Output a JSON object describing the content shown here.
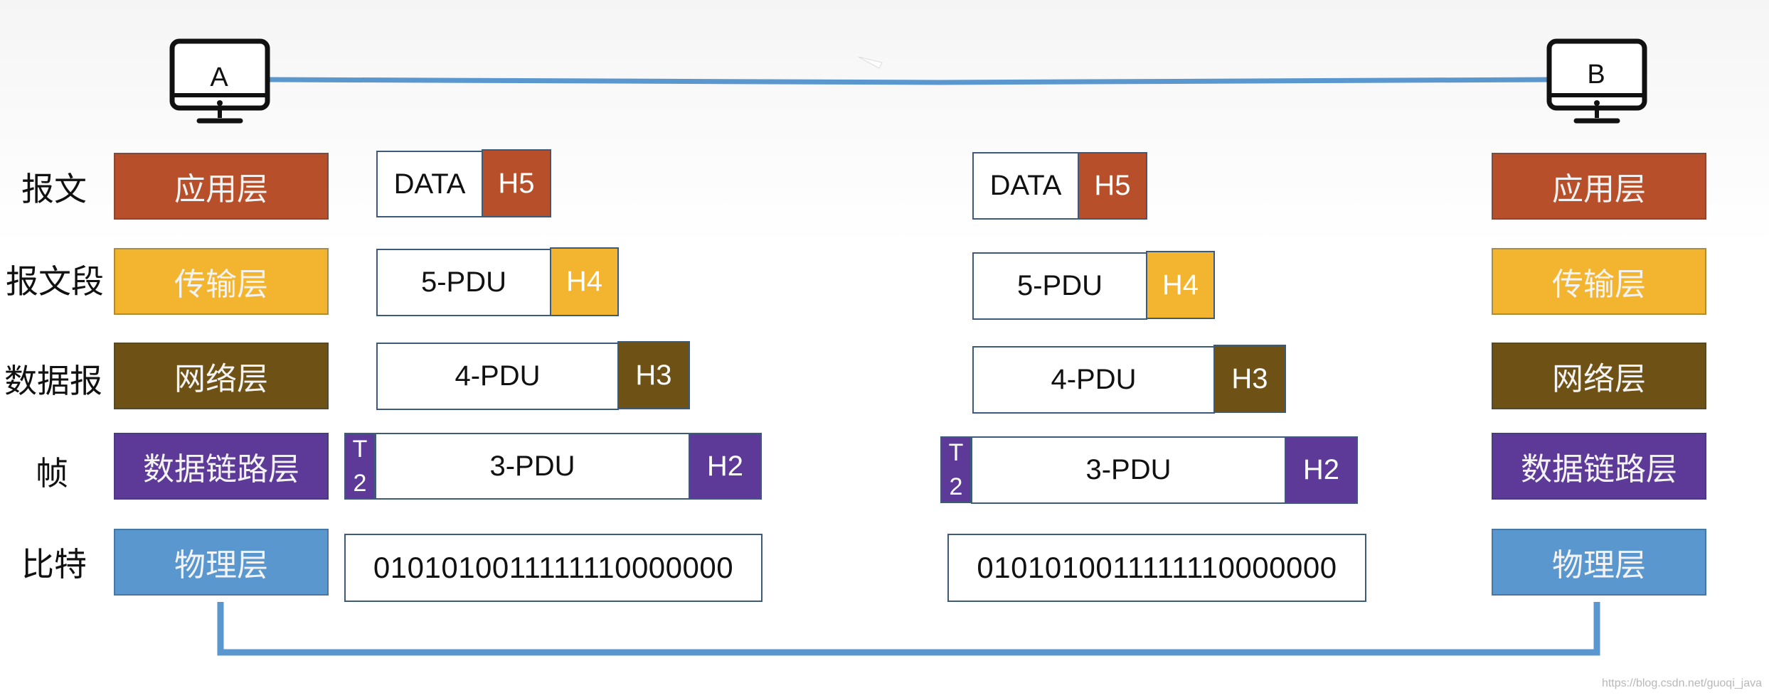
{
  "hosts": {
    "left": "A",
    "right": "B"
  },
  "row_labels": [
    "报文",
    "报文段",
    "数据报",
    "帧",
    "比特"
  ],
  "layers": {
    "application": "应用层",
    "transport": "传输层",
    "network": "网络层",
    "datalink": "数据链路层",
    "physical": "物理层"
  },
  "colors": {
    "application": "#b7502a",
    "transport": "#f3b52f",
    "network": "#6e5115",
    "datalink": "#5d3a98",
    "physical": "#5a97cf",
    "link_line": "#5a97cf"
  },
  "pdus": {
    "data": "DATA",
    "h5": "H5",
    "pdu5": "5-PDU",
    "h4": "H4",
    "pdu4": "4-PDU",
    "h3": "H3",
    "pdu3": "3-PDU",
    "h2": "H2",
    "t2_top": "T",
    "t2_bottom": "2",
    "bits": "0101010011111110000000"
  },
  "watermark": "https://blog.csdn.net/guoqi_java"
}
